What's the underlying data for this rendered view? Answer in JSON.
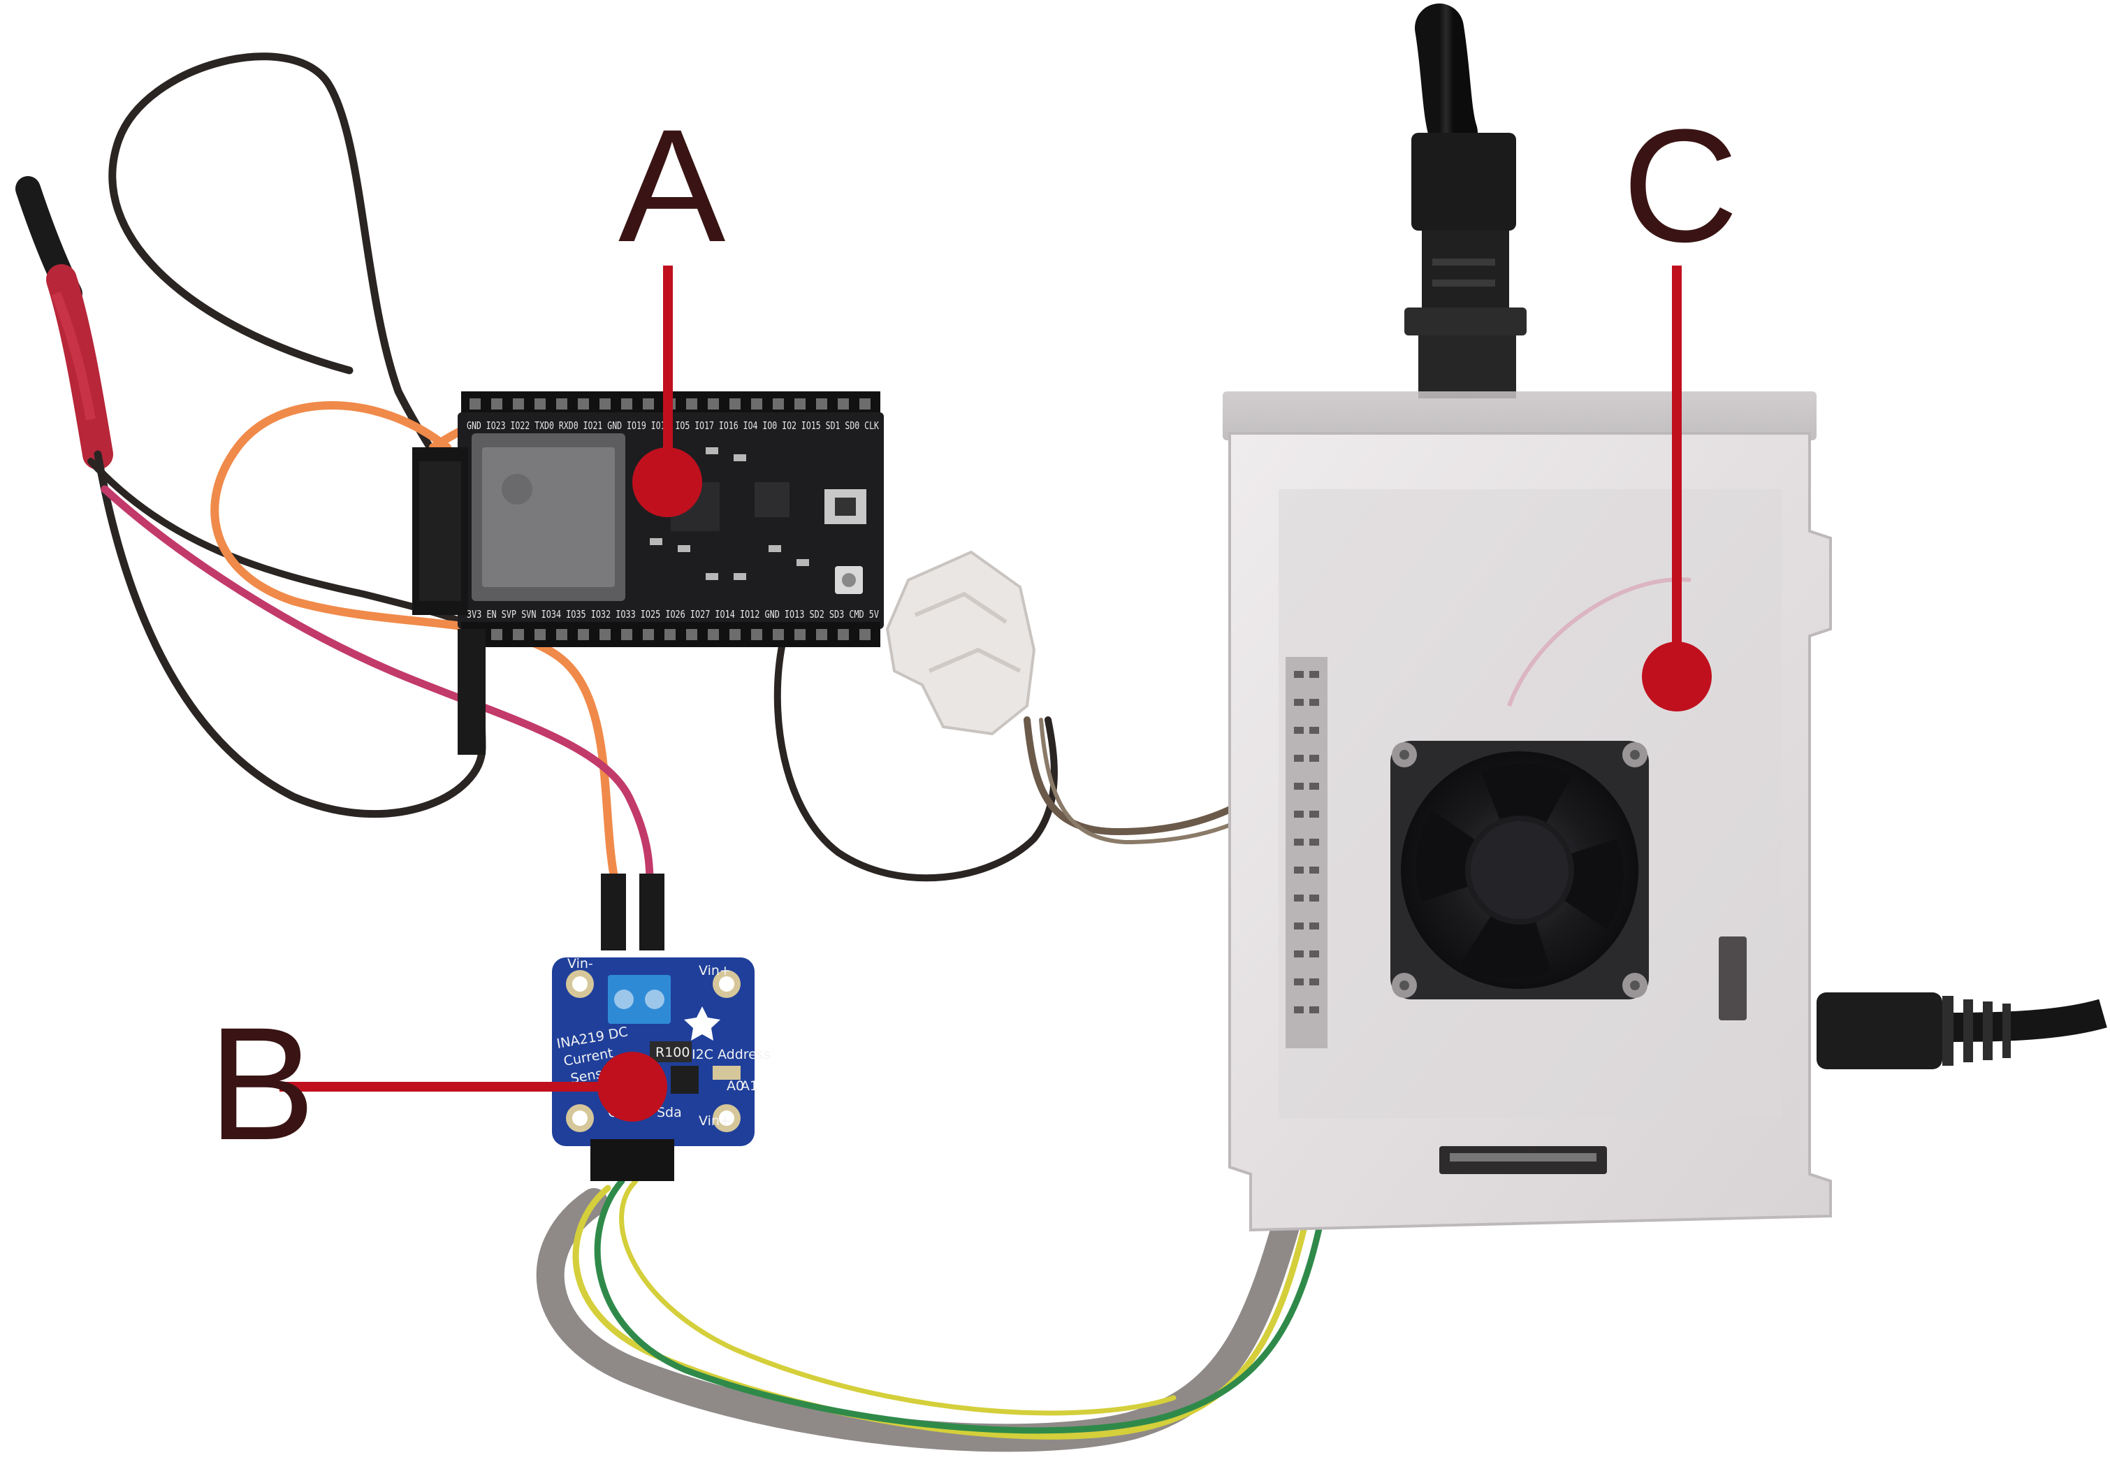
{
  "labels": {
    "a": "A",
    "b": "B",
    "c": "C"
  },
  "board_a_silkscreen": {
    "top_row": "GND IO23 IO22 TXD0 RXD0 IO21 GND IO19 IO18 IO5 IO17 IO16 IO4 IO0 IO2 IO15 SD1 SD0 CLK",
    "bottom_row": "3V3 EN SVP SVN IO34 IO35 IO32 IO33 IO25 IO26 IO27 IO14 IO12 GND IO13 SD2 SD3 CMD 5V"
  },
  "board_b_silkscreen": {
    "vin_minus": "Vin-",
    "vin_plus_top": "Vin+",
    "name_line1": "INA219 DC",
    "name_line2": "Current",
    "name_line3": "Sensor",
    "resistor": "R100",
    "i2c": "I2C Address",
    "sda": "Sda",
    "gnd": "Gnd",
    "vin_plus_bottom": "Vin+",
    "a0": "A0",
    "a1": "A1"
  },
  "colors": {
    "marker": "#c0101e",
    "letter": "#3a1414",
    "background": "#ffffff",
    "esp32_board": "#1d1d1f",
    "ina219_board": "#1f3f9a",
    "pi_case": "#e7e4e6",
    "wire_black": "#2a2523",
    "wire_orange": "#f08a4a",
    "wire_pink": "#c23a6a",
    "wire_brown": "#6b5a4a",
    "wire_gray": "#8f8a88",
    "wire_yellow": "#d4cf3a",
    "wire_green": "#2f8a4a"
  },
  "icons": [
    "marker-dot",
    "cooling-fan-icon",
    "ethernet-plug-icon",
    "power-cable-icon"
  ]
}
